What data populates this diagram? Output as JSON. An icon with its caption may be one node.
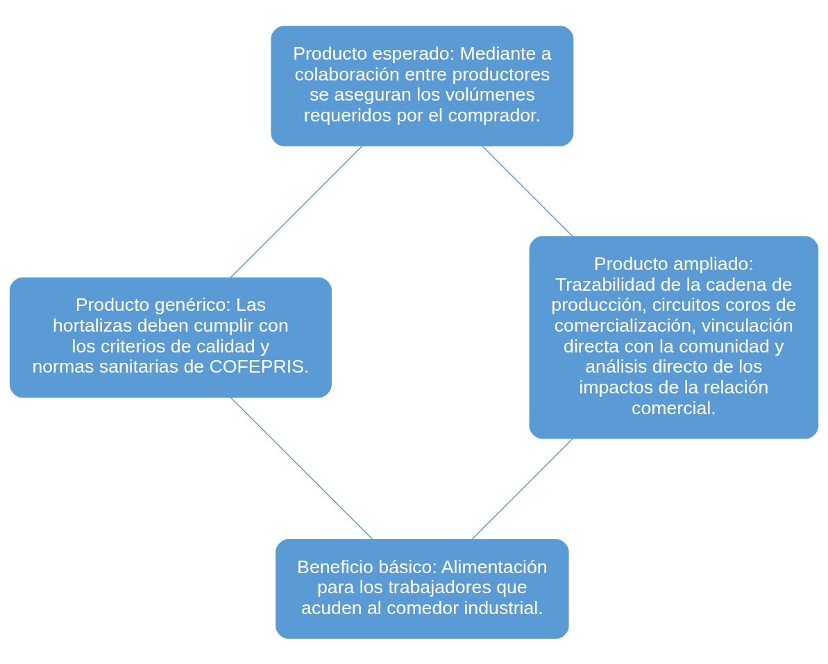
{
  "diagram": {
    "nodes": [
      {
        "text": [
          "Beneficio básico: Alimentación para los trabajadores que acuden al comedor industrial."
        ]
      },
      {
        "text": [
          "Producto genérico: Las hortalizas deben cumplir con los criterios de calidad y normas sanitarias de COFEPRIS."
        ]
      },
      {
        "text": [
          "Producto esperado: Mediante a colaboración entre productores se aseguran los volúmenes requeridos por el comprador."
        ]
      },
      {
        "text": [
          "Producto ampliado: Trazabilidad de la cadena de producción, circuitos coros de comercialización, vinculación directa con la comunidad y análisis directo de los impactos de la relación comercial."
        ]
      }
    ],
    "edges": [
      {
        "from": 0,
        "to": 1,
        "arrow": "none"
      },
      {
        "from": 1,
        "to": 2,
        "arrow": "none"
      },
      {
        "from": 2,
        "to": 3,
        "arrow": "none"
      },
      {
        "from": 3,
        "to": 0,
        "arrow": "none"
      }
    ]
  }
}
